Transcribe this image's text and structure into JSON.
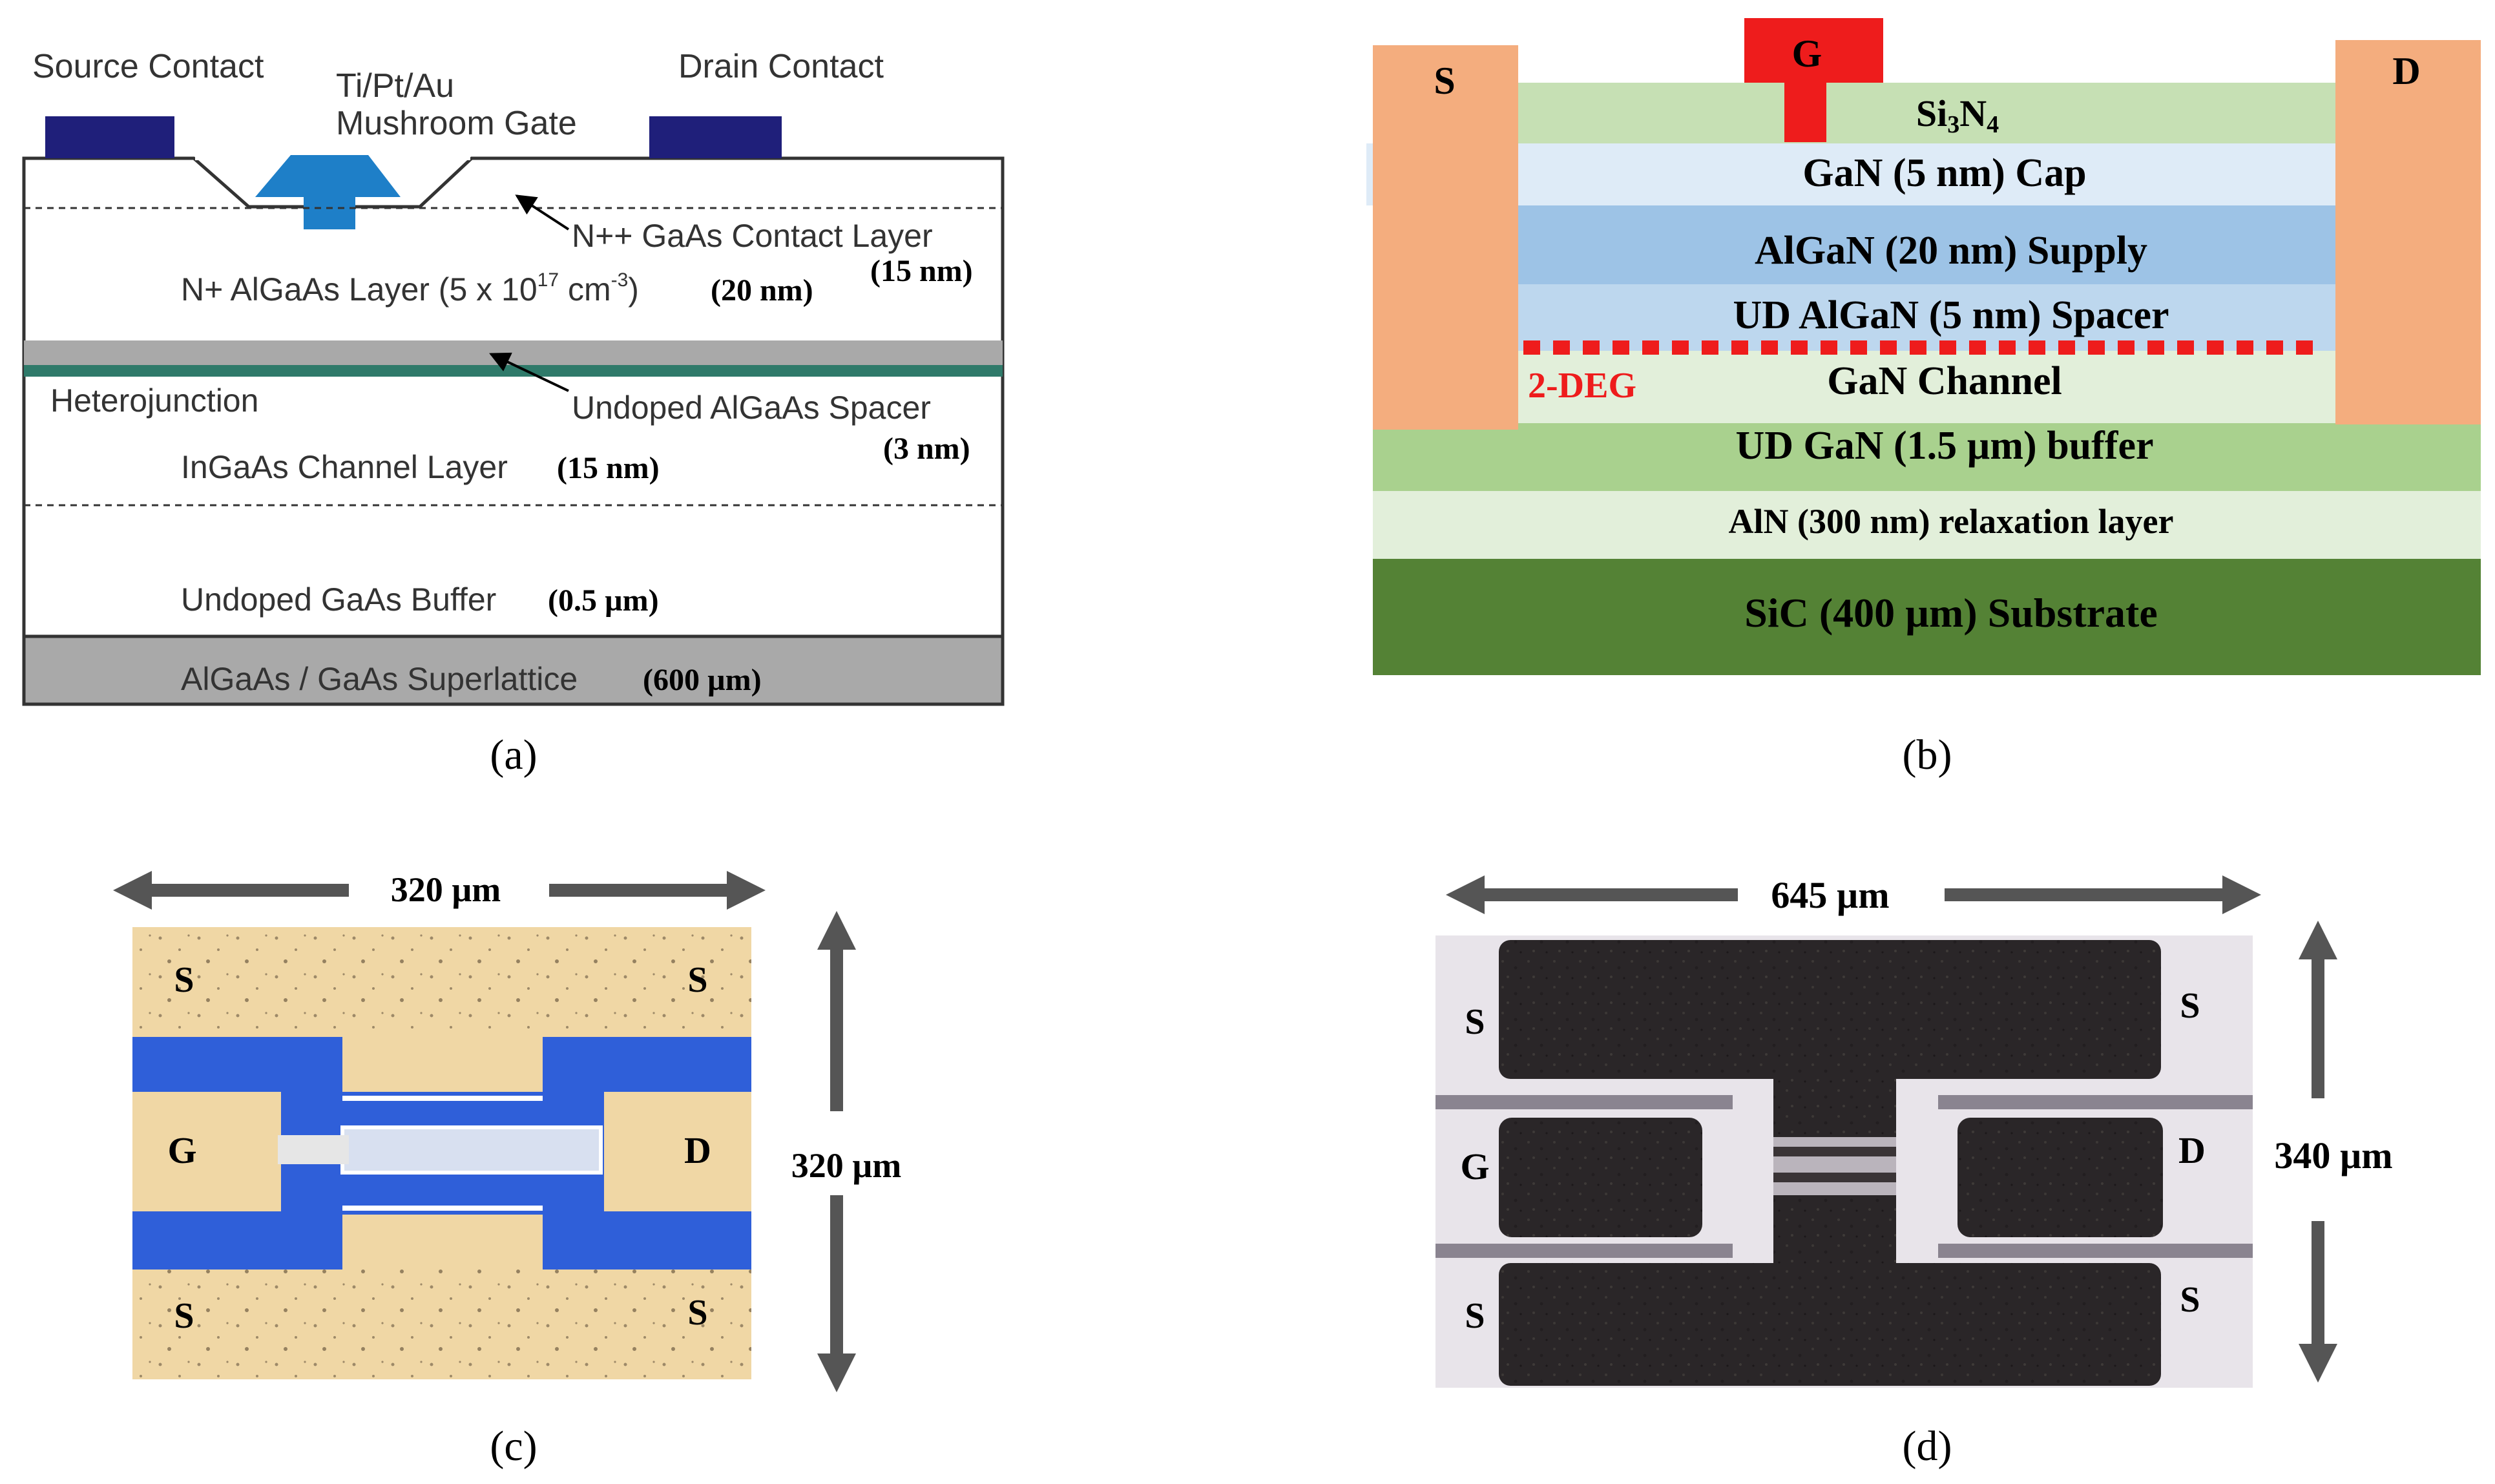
{
  "panel_a": {
    "caption": "(a)",
    "source_contact": "Source Contact",
    "drain_contact": "Drain Contact",
    "gate_line1": "Ti/Pt/Au",
    "gate_line2": "Mushroom Gate",
    "contact_layer": "N++ GaAs Contact Layer",
    "contact_thickness": "(15 nm)",
    "algaas_layer": "N+ AlGaAs Layer (5 x 10",
    "algaas_exp": "17",
    "algaas_unit": " cm",
    "algaas_unit_exp": "-3",
    "algaas_close": ")",
    "algaas_thickness": "(20 nm)",
    "heterojunction": "Heterojunction",
    "spacer": "Undoped AlGaAs Spacer",
    "spacer_thickness": "(3 nm)",
    "channel": "InGaAs Channel Layer",
    "channel_thickness": "(15 nm)",
    "buffer": "Undoped GaAs Buffer",
    "buffer_thickness": "(0.5 µm)",
    "superlattice": "AlGaAs / GaAs Superlattice",
    "superlattice_thickness": "(600 µm)"
  },
  "panel_b": {
    "caption": "(b)",
    "source": "S",
    "gate": "G",
    "drain": "D",
    "si3n4_a": "Si",
    "si3n4_b": "3",
    "si3n4_c": "N",
    "si3n4_d": "4",
    "cap": "GaN (5 nm) Cap",
    "supply": "AlGaN (20 nm) Supply",
    "spacer": "UD AlGaN (5 nm) Spacer",
    "deg": "2-DEG",
    "channel": "GaN Channel",
    "buffer": "UD GaN (1.5 µm) buffer",
    "relaxation": "AlN (300 nm) relaxation layer",
    "substrate": "SiC (400 µm) Substrate"
  },
  "panel_c": {
    "caption": "(c)",
    "width": "320 µm",
    "height": "320 µm",
    "s_tl": "S",
    "s_tr": "S",
    "s_bl": "S",
    "s_br": "S",
    "g": "G",
    "d": "D"
  },
  "panel_d": {
    "caption": "(d)",
    "width": "645 µm",
    "height": "340 µm",
    "s_tl": "S",
    "s_tr": "S",
    "s_bl": "S",
    "s_br": "S",
    "g": "G",
    "d": "D"
  },
  "colors": {
    "contact_navy": "#1f1f7a",
    "gate_blue": "#1e7fc8",
    "gray_layer": "#a9a9a9",
    "spacer_teal": "#2f7a6a",
    "metal_orange": "#f4ad7e",
    "gate_red": "#ee1c1c",
    "si3n4_green": "#c6e0b4",
    "cap_blue": "#deebf7",
    "supply_blue": "#9dc3e6",
    "spacer_blue": "#bdd7ee",
    "channel_green": "#e2efda",
    "buffer_green": "#a9d18e",
    "relax_green": "#e2efda",
    "substrate_green": "#548235",
    "chip_gold": "#f0d7a5",
    "chip_blue": "#2f5fd9",
    "chip_dark": "#2a2628",
    "arrow_gray": "#555555"
  }
}
